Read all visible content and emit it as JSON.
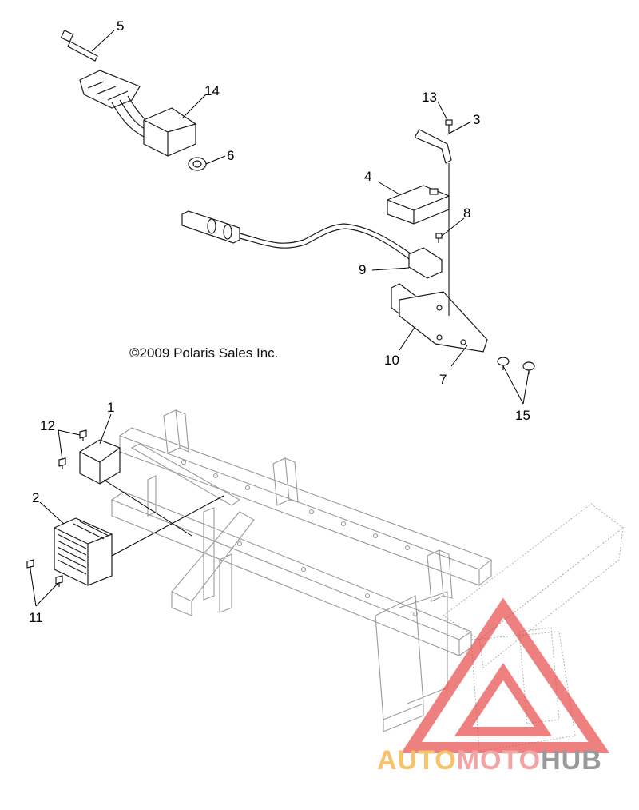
{
  "copyright": "©2009 Polaris Sales Inc.",
  "callouts": {
    "c1": "1",
    "c2": "2",
    "c3": "3",
    "c4": "4",
    "c5": "5",
    "c6": "6",
    "c7": "7",
    "c8": "8",
    "c9": "9",
    "c10": "10",
    "c11": "11",
    "c12": "12",
    "c13": "13",
    "c14": "14",
    "c15": "15"
  },
  "watermark": {
    "part_auto": "AUTO",
    "part_moto": "MOTO",
    "part_hub": "HUB",
    "color_auto": "#f7c26a",
    "color_moto": "#f4a3a3",
    "color_hub": "#9a9a9a",
    "triangle_color": "#e94b4b"
  }
}
